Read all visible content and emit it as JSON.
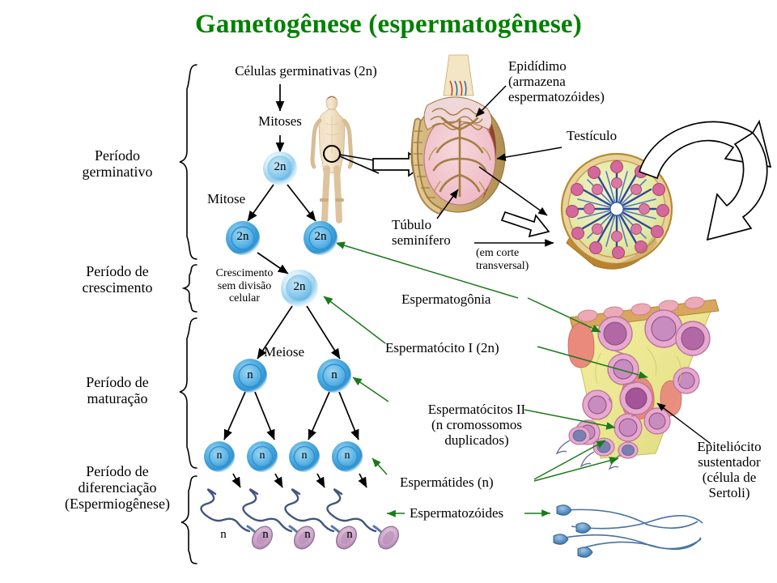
{
  "title": "Gametogênese (espermatogênese)",
  "colors": {
    "title_green": "#018000",
    "green_arrow": "#1a7a1a",
    "cell_blue_dark": "#2b8fd4",
    "cell_blue_mid": "#49a9e0",
    "cell_blue_light": "#bde3f5",
    "sperm_tail": "#41557f",
    "sperm_head": "#c9a4c6",
    "tissue_yellow": "#ecea9e",
    "tissue_pink": "#e29fc3",
    "tissue_salmon": "#e8897c",
    "tubule_tan": "#d9a75a",
    "black": "#000000"
  },
  "phases": [
    {
      "id": "germinativo",
      "lines": [
        "Período",
        "germinativo"
      ]
    },
    {
      "id": "crescimento",
      "lines": [
        "Período de",
        "crescimento"
      ]
    },
    {
      "id": "maturacao",
      "lines": [
        "Período de",
        "maturação"
      ]
    },
    {
      "id": "diferenciacao",
      "lines": [
        "Período de",
        "diferenciação",
        "(Espermiogênese)"
      ]
    }
  ],
  "flow": {
    "germinal_cells": "Células germinativas (2n)",
    "mitoses": "Mitoses",
    "mitose": "Mitose",
    "growth_no_division": [
      "Crescimento",
      "sem divisão",
      "celular"
    ],
    "meiose": "Meiose"
  },
  "cells": {
    "spermatogonium": {
      "label": "2n"
    },
    "row_mitose": [
      {
        "label": "2n"
      },
      {
        "label": "2n"
      }
    ],
    "spermatocyte_I": {
      "label": "2n"
    },
    "spermatocytes_II": [
      {
        "label": "n"
      },
      {
        "label": "n"
      }
    ],
    "spermatids": [
      {
        "label": "n"
      },
      {
        "label": "n"
      },
      {
        "label": "n"
      },
      {
        "label": "n"
      }
    ],
    "spermatozoa": [
      {
        "label": "n"
      },
      {
        "label": "n"
      },
      {
        "label": "n"
      },
      {
        "label": "n"
      }
    ]
  },
  "anatomy_labels": {
    "epididymis": [
      "Epidídimo",
      "(armazena",
      "espermatozóides)"
    ],
    "testicle": "Testículo",
    "seminiferous_tubule": [
      "Túbulo",
      "seminífero"
    ],
    "cross_section": [
      "(em corte",
      "transversal)"
    ]
  },
  "stage_labels": {
    "spermatogonia": "Espermatogônia",
    "spermatocyte_I": "Espermatócito I (2n)",
    "spermatocytes_II": [
      "Espermatócitos II",
      "(n cromossomos",
      "duplicados)"
    ],
    "spermatids": "Espermátides (n)",
    "spermatozoa": "Espermatozóides",
    "sertoli": [
      "Epiteliócito",
      "sustentador",
      "(célula de",
      "Sertoli)"
    ]
  }
}
